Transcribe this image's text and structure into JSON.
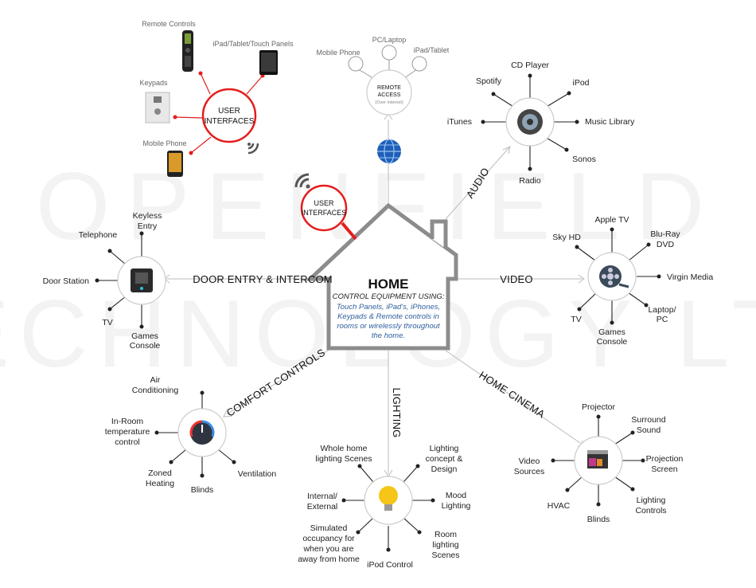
{
  "diagram": {
    "watermark": {
      "line1": "OPENFIELD",
      "line2": "TECHNOLOGY LTD"
    },
    "home": {
      "title": "HOME",
      "subtitle": "CONTROL EQUIPMENT USING:",
      "description_lines": [
        "Touch Panels, iPad's, iPhones,",
        "Keypads & Remote controls in",
        "rooms or wirelessly throughout",
        "the home."
      ]
    },
    "home_user_interfaces": {
      "line1": "USER",
      "line2": "INTERFACES"
    },
    "user_interfaces_hub": {
      "line1": "USER",
      "line2": "INTERFACES",
      "devices": [
        "Remote Controls",
        "iPad/Tablet/Touch Panels",
        "Keypads",
        "Mobile Phone"
      ]
    },
    "remote_access": {
      "line1": "REMOTE",
      "line2": "ACCESS",
      "sub": "(Over internet)",
      "devices": [
        "Mobile Phone",
        "PC/Laptop",
        "iPad/Tablet"
      ]
    },
    "connections": {
      "audio": "AUDIO",
      "video": "VIDEO",
      "door_entry": "DOOR ENTRY & INTERCOM",
      "comfort": "COMFORT CONTROLS",
      "lighting": "LIGHTING",
      "home_cinema": "HOME CINEMA"
    },
    "audio_items": [
      "CD Player",
      "iPod",
      "Music Library",
      "Sonos",
      "Radio",
      "iTunes",
      "Spotify"
    ],
    "video_items": {
      "apple_tv": "Apple TV",
      "bluray": [
        "Blu-Ray",
        "DVD"
      ],
      "virgin": "Virgin Media",
      "laptop": [
        "Laptop/",
        "PC"
      ],
      "games": [
        "Games",
        "Console"
      ],
      "tv": "TV",
      "skyhd": "Sky HD"
    },
    "door_items": {
      "keyless": [
        "Keyless",
        "Entry"
      ],
      "telephone": "Telephone",
      "door_station": "Door Station",
      "tv": "TV",
      "games": [
        "Games",
        "Console"
      ]
    },
    "comfort_items": {
      "air": [
        "Air",
        "Conditioning"
      ],
      "inroom": [
        "In-Room",
        "temperature",
        "control"
      ],
      "zoned": [
        "Zoned",
        "Heating"
      ],
      "blinds": "Blinds",
      "ventilation": "Ventilation"
    },
    "lighting_items": {
      "whole": [
        "Whole home",
        "lighting Scenes"
      ],
      "concept": [
        "Lighting",
        "concept &",
        "Design"
      ],
      "mood": [
        "Mood",
        "Lighting"
      ],
      "room": [
        "Room",
        "lighting",
        "Scenes"
      ],
      "ipod": "iPod Control",
      "simulated": [
        "Simulated",
        "occupancy for",
        "when you are",
        "away from home"
      ],
      "internal": [
        "Internal/",
        "External"
      ]
    },
    "cinema_items": {
      "projector": "Projector",
      "surround": [
        "Surround",
        "Sound"
      ],
      "screen": [
        "Projection",
        "Screen"
      ],
      "lighting": [
        "Lighting",
        "Controls"
      ],
      "blinds": "Blinds",
      "hvac": "HVAC",
      "sources": [
        "Video",
        "Sources"
      ]
    },
    "colors": {
      "accent_red": "#e51d1d",
      "house_stroke": "#8c8c8c",
      "subtitle_blue": "#2f5f9e"
    }
  }
}
